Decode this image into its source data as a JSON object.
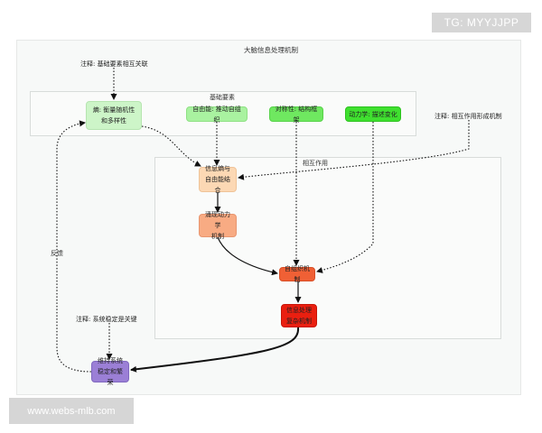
{
  "diagram": {
    "title": "大脑信息处理机制",
    "groups": {
      "basic": "基础要素",
      "interaction": "相互作用"
    },
    "notes": {
      "basic_link": "注释: 基础要素相互关联",
      "interaction_form": "注释: 相互作用形成机制",
      "stability_key": "注释: 系统稳定是关键"
    },
    "nodes": {
      "entropy": [
        "熵: 衡量随机性",
        "和多样性"
      ],
      "free_energy": "自由能: 推动自组织",
      "symmetry": "对称性: 结构框架",
      "dynamics": "动力学: 描述变化",
      "entropy_free": [
        "信息熵与",
        "自由能结合"
      ],
      "emergent": [
        "涌现动力学",
        "机制"
      ],
      "self_org": "自组织机制",
      "info_proc": [
        "信息处理",
        "复杂机制"
      ],
      "stable": [
        "维持系统",
        "稳定和繁荣"
      ]
    },
    "edge_labels": {
      "feedback": "反馈"
    }
  },
  "badges": {
    "tg": "TG: MYYJJPP",
    "watermark": "www.webs-mlb.com"
  }
}
